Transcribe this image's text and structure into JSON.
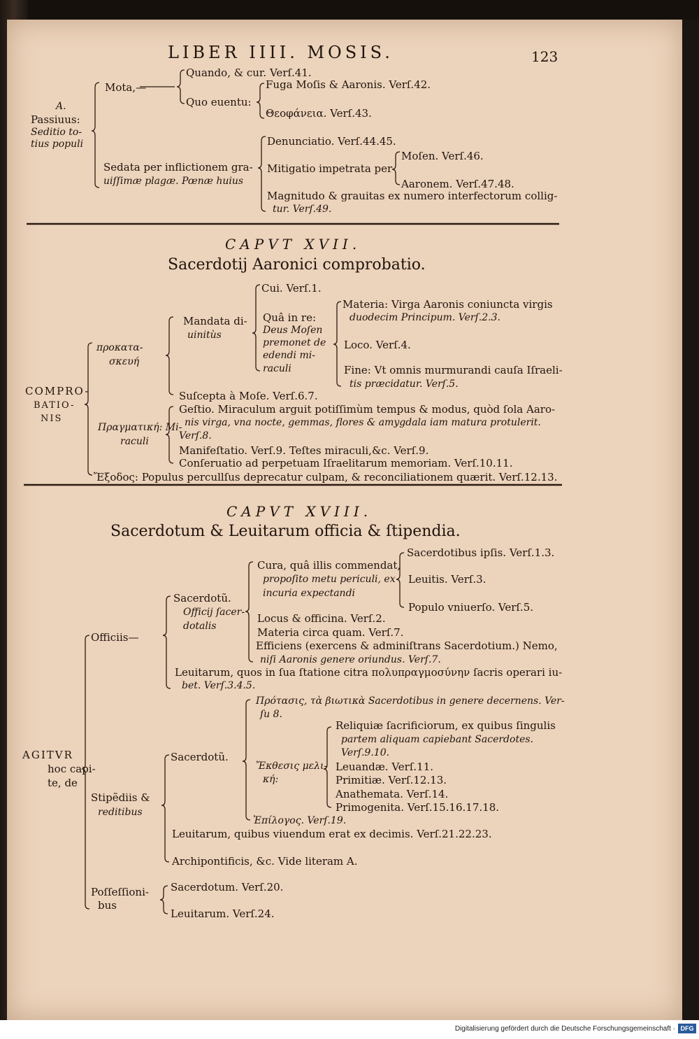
{
  "header": {
    "running_title": "LIBER IIII. MOSIS.",
    "page_number": "123"
  },
  "section_a": {
    "letter": "A.",
    "head": [
      "Passiuus:",
      "Seditio to-",
      "tius populi"
    ],
    "mota": "Mota,—",
    "quando": "Quando, & cur. Verſ.41.",
    "quo_euentu": "Quo euentu:",
    "fuga": "Fuga Moſis & Aaronis. Verſ.42.",
    "theophania": "Θεοφάνεια. Verſ.43.",
    "sedata": [
      "Sedata per inflictionem gra-",
      "uiſſimæ plagæ. Pœnæ huius"
    ],
    "denunciatio": "Denunciatio. Verſ.44.45.",
    "mitigatio": "Mitigatio impetrata per",
    "mosen": "Moſen. Verſ.46.",
    "aaronem": "Aaronem. Verſ.47.48.",
    "magnitudo": [
      "Magnitudo & grauitas ex numero interfectorum collig-",
      "tur. Verſ.49."
    ]
  },
  "caput17": {
    "label": "CAPVT XVII.",
    "title": "Sacerdotij Aaronici comprobatio.",
    "root": [
      "COMPRO-",
      "BATIO-",
      "NIS"
    ],
    "prokataskeue": [
      "προκατα-",
      "σκευή"
    ],
    "mandata": [
      "Mandata di-",
      "uinitùs"
    ],
    "cui": "Cui. Verſ.1.",
    "qua": [
      "Quâ in re:",
      "Deus Moſen",
      "premonet de",
      "edendi mi-",
      "raculi"
    ],
    "materia": [
      "Materia: Virga Aaronis coniuncta virgis",
      "duodecim Principum. Verſ.2.3."
    ],
    "loco": "Loco. Verſ.4.",
    "fine": [
      "Fine: Vt omnis murmurandi cauſa Iſraeli-",
      "tis præcidatur. Verſ.5."
    ],
    "suscepta": "Suſcepta à Moſe. Verſ.6.7.",
    "pragmatike": [
      "Πραγματική: Mi-",
      "raculi"
    ],
    "gestio": [
      "Geſtio. Miraculum arguit potiſſimùm tempus & modus, quòd ſola Aaro-",
      "nis virga, vna nocte, gemmas, flores & amygdala iam matura protulerit.",
      "Verſ.8."
    ],
    "manifestatio": "Manifeſtatio. Verſ.9. Teſtes miraculi,&c. Verſ.9.",
    "conseruatio": "Conſeruatio ad perpetuam Iſraelitarum memoriam. Verſ.10.11.",
    "exodos": "Ἔξοδος: Populus percullſus deprecatur culpam, & reconciliationem quærit. Verſ.12.13."
  },
  "caput18": {
    "label": "CAPVT XVIII.",
    "title": "Sacerdotum & Leuitarum officia & ſtipendia.",
    "root": [
      "AGITVR",
      "hoc capi-",
      "te, de"
    ],
    "officiis": "Officiis—",
    "sacerdotum1": "Sacerdotũ.",
    "officij": [
      "Officij ſacer-",
      "dotalis"
    ],
    "cura": [
      "Cura, quâ illis commendat,",
      "propoſito metu periculi, ex",
      "incuria expectandi"
    ],
    "sacerdotibus_ipsis": "Sacerdotibus ipſis. Verſ.1.3.",
    "leuitis": "Leuitis. Verſ.3.",
    "populo": "Populo vniuerſo. Verſ.5.",
    "locus": "Locus & officina. Verſ.2.",
    "materia": "Materia circa quam. Verſ.7.",
    "efficiens": [
      "Efficiens (exercens & adminiſtrans Sacerdotium.) Nemo,",
      "niſi Aaronis genere oriundus. Verſ.7."
    ],
    "leuitarum1": [
      "Leuitarum, quos in ſua ſtatione citra πολυπραγμοσύνην ſacris operari iu-",
      "bet. Verſ.3.4.5."
    ],
    "protasis": [
      "Πρότασις, τὰ βιωτικὰ Sacerdotibus in genere decernens. Ver-",
      "ſu 8."
    ],
    "sacerdotum2": "Sacerdotũ.",
    "exthesis": [
      "Ἔκθεσις μελι-",
      "κή:"
    ],
    "reliquiae": [
      "Reliquiæ ſacrificiorum, ex quibus ſingulis",
      "partem aliquam capiebant Sacerdotes.",
      "Verſ.9.10."
    ],
    "leuandae": "Leuandæ. Verſ.11.",
    "primitiae": "Primitiæ. Verſ.12.13.",
    "anathemata": "Anathemata. Verſ.14.",
    "primogenita": "Primogenita. Verſ.15.16.17.18.",
    "epilogos": "Ἐπίλογος. Verſ.19.",
    "stipendiis": [
      "Stipẽdiis &",
      "reditibus"
    ],
    "leuitarum2": "Leuitarum, quibus viuendum erat ex decimis. Verſ.21.22.23.",
    "archipontificis": "Archipontificis, &c. Vide literam A.",
    "possessionibus": [
      "Poſſeſſioni-",
      "bus"
    ],
    "sacerdotum3": "Sacerdotum. Verſ.20.",
    "leuitarum3": "Leuitarum. Verſ.24."
  },
  "footer": {
    "text": "Digitalisierung gefördert durch die Deutsche Forschungsgemeinschaft ·",
    "logo": "DFG"
  }
}
